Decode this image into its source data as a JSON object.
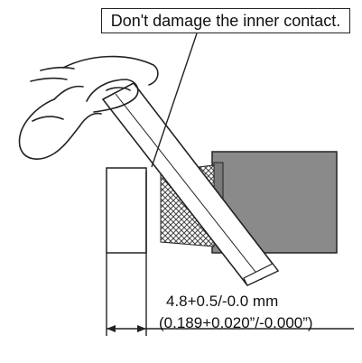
{
  "callout": {
    "text": "Don't damage the inner contact."
  },
  "dimension": {
    "metric": "4.8+0.5/-0.0 mm",
    "imperial": "(0.189+0.020”/-0.000”)"
  },
  "colors": {
    "line": "#222222",
    "jack_fill": "#8a8a8a",
    "hatch": "#444444",
    "background": "#ffffff"
  },
  "icons": {
    "hand": "hand-holding-probe",
    "probe": "test-probe",
    "hatch": "cross-hatch-contact",
    "arrows": "dimension-arrows"
  }
}
